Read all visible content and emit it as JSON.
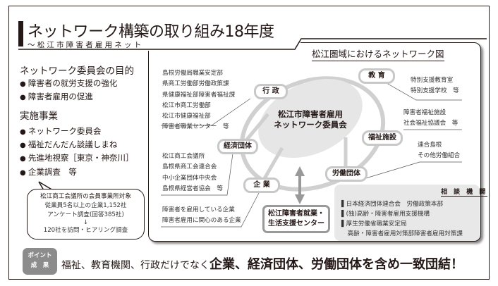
{
  "header": {
    "title": "ネットワーク構築の取り組み18年度",
    "subtitle": "～松江市障害者雇用ネットワーク委員会の活動～"
  },
  "left": {
    "purpose_heading": "ネットワーク委員会の目的",
    "purpose_items": [
      "障害者の就労支援の強化",
      "障害者雇用の促進"
    ],
    "activities_heading": "実施事業",
    "activity_items": [
      "ネットワーク委員会",
      "福祉だんだん談議しまね",
      "先進地視察［東京・神奈川］",
      "企業調査　等"
    ],
    "bubble": {
      "lines": [
        "松江商工会議所の会員事業所対象",
        "従業員5名以上の企業1,152社",
        "アンケート調査(回答385社)",
        "↓",
        "120社を訪問・ヒアリング調査"
      ]
    }
  },
  "diagram": {
    "title": "松江圏域におけるネットワーク図",
    "center_lines": [
      "松江市障害者雇用",
      "ネットワーク委員会"
    ],
    "nodes": {
      "gyosei": {
        "label": "行 政",
        "members": [
          "島根労働局職業安定部",
          "県商工労働部労働政策課",
          "県健康福祉部障害者福祉課",
          "松江市商工労働部",
          "松江市健康福祉部",
          "障害者職業センター　等"
        ]
      },
      "kyoiku": {
        "label": "教 育",
        "members": [
          "特別支援教育室",
          "特別支援学校　等"
        ]
      },
      "fukushi": {
        "label": "福祉施設",
        "members": [
          "障害者福祉施設",
          "社会福祉協議会　等"
        ]
      },
      "keizai": {
        "label": "経済団体",
        "members": [
          "松江商工会議所",
          "島根県商工会連合会",
          "中小企業団体中央会",
          "島根県経営者協会　等"
        ]
      },
      "rodo": {
        "label": "労働団体",
        "members": [
          "連合島根",
          "その他労働組合"
        ]
      },
      "kigyo": {
        "label": "企 業",
        "members": [
          "障害者を雇用している企業",
          "障害者雇用に関心のある企業"
        ]
      }
    },
    "support_center_lines": [
      "松江障害者就業・",
      "生活支援センター"
    ],
    "consult": {
      "title": "相 談 機 関",
      "items": [
        "▌日本経済団体連合会　労働政策本部",
        "▌(独)高齢・障害者雇用支援機構",
        "▌厚生労働省職業安定局",
        "　高齢・障害者雇用対策部障害者雇用対策課"
      ]
    }
  },
  "footer": {
    "badge_lines": [
      "ポイント",
      "成　果"
    ],
    "result_normal": "福祉、教育機関、行政だけでなく",
    "result_strong": "企業、経済団体、労働団体を含め一致団結！"
  }
}
